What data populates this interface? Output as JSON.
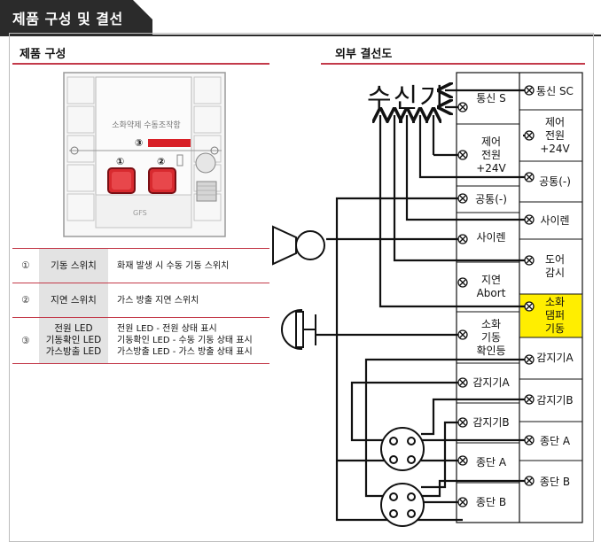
{
  "header": {
    "title": "제품 구성 및 결선",
    "bg_color": "#2b2b2b"
  },
  "left": {
    "title": "제품 구성",
    "device": {
      "label": "소화약제 수동조작함",
      "marker_1": "①",
      "marker_2": "②",
      "marker_3": "③",
      "brand": "GFS"
    },
    "table": [
      {
        "num": "①",
        "label": [
          "기동 스위치"
        ],
        "desc": [
          "화재 발생 시 수동 기동 스위치"
        ]
      },
      {
        "num": "②",
        "label": [
          "지연 스위치"
        ],
        "desc": [
          "가스 방출 지연 스위치"
        ]
      },
      {
        "num": "③",
        "label": [
          "전원 LED",
          "기동확인 LED",
          "가스방출 LED"
        ],
        "desc": [
          "전원 LED - 전원 상태 표시",
          "기동확인 LED - 수동 기동 상태 표시",
          "가스방출 LED - 가스 방출 상태 표시"
        ]
      }
    ]
  },
  "right": {
    "title": "외부 결선도",
    "receiver": "수신기",
    "left_terminals": [
      [
        "통신 S"
      ],
      [
        "제어",
        "전원",
        "+24V"
      ],
      [
        "공통(-)"
      ],
      [
        "사이렌"
      ],
      [
        "지연",
        "Abort"
      ],
      [
        "소화",
        "기동",
        "확인등"
      ],
      [
        "감지기A"
      ],
      [
        "감지기B"
      ],
      [
        "종단 A"
      ],
      [
        "종단 B"
      ]
    ],
    "right_terminals": [
      [
        "통신 SC"
      ],
      [
        "제어",
        "전원",
        "+24V"
      ],
      [
        "공통(-)"
      ],
      [
        "사이렌"
      ],
      [
        "도어",
        "감시"
      ],
      [
        "소화",
        "댐퍼",
        "기동"
      ],
      [
        "감지기A"
      ],
      [
        "감지기B"
      ],
      [
        "종단 A"
      ],
      [
        "종단 B"
      ]
    ],
    "highlight_color": "#ffee00"
  },
  "accent_color": "#c33a4a"
}
